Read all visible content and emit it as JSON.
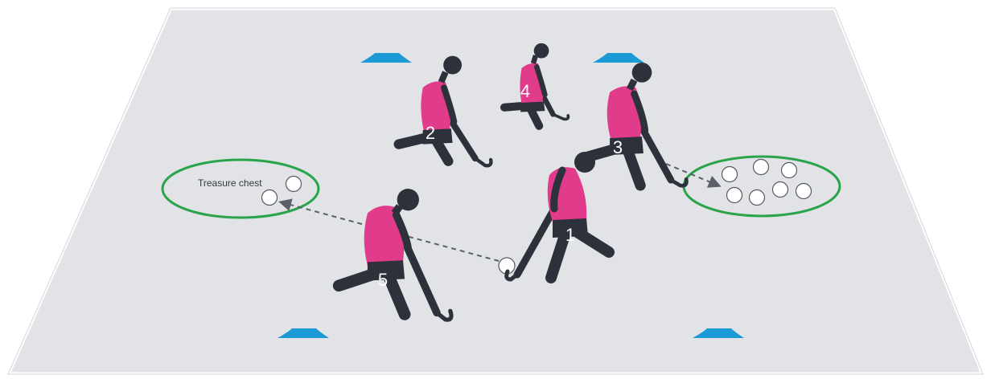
{
  "colors": {
    "pitch_fill": "#e2e3e7",
    "pitch_border": "#ffffff",
    "shirt": "#e13b8c",
    "body": "#2d313a",
    "cone": "#1b9ad6",
    "zone_outline": "#2aa44a",
    "ball_fill": "#ffffff",
    "arrow": "#5a5f68"
  },
  "players": [
    {
      "number": "1"
    },
    {
      "number": "2"
    },
    {
      "number": "3"
    },
    {
      "number": "4"
    },
    {
      "number": "5"
    }
  ],
  "zones": {
    "left_label": "Treasure chest"
  },
  "icons": {
    "player": "hockey-player-icon",
    "cone": "marker-cone-icon",
    "ball": "hockey-ball-icon"
  }
}
